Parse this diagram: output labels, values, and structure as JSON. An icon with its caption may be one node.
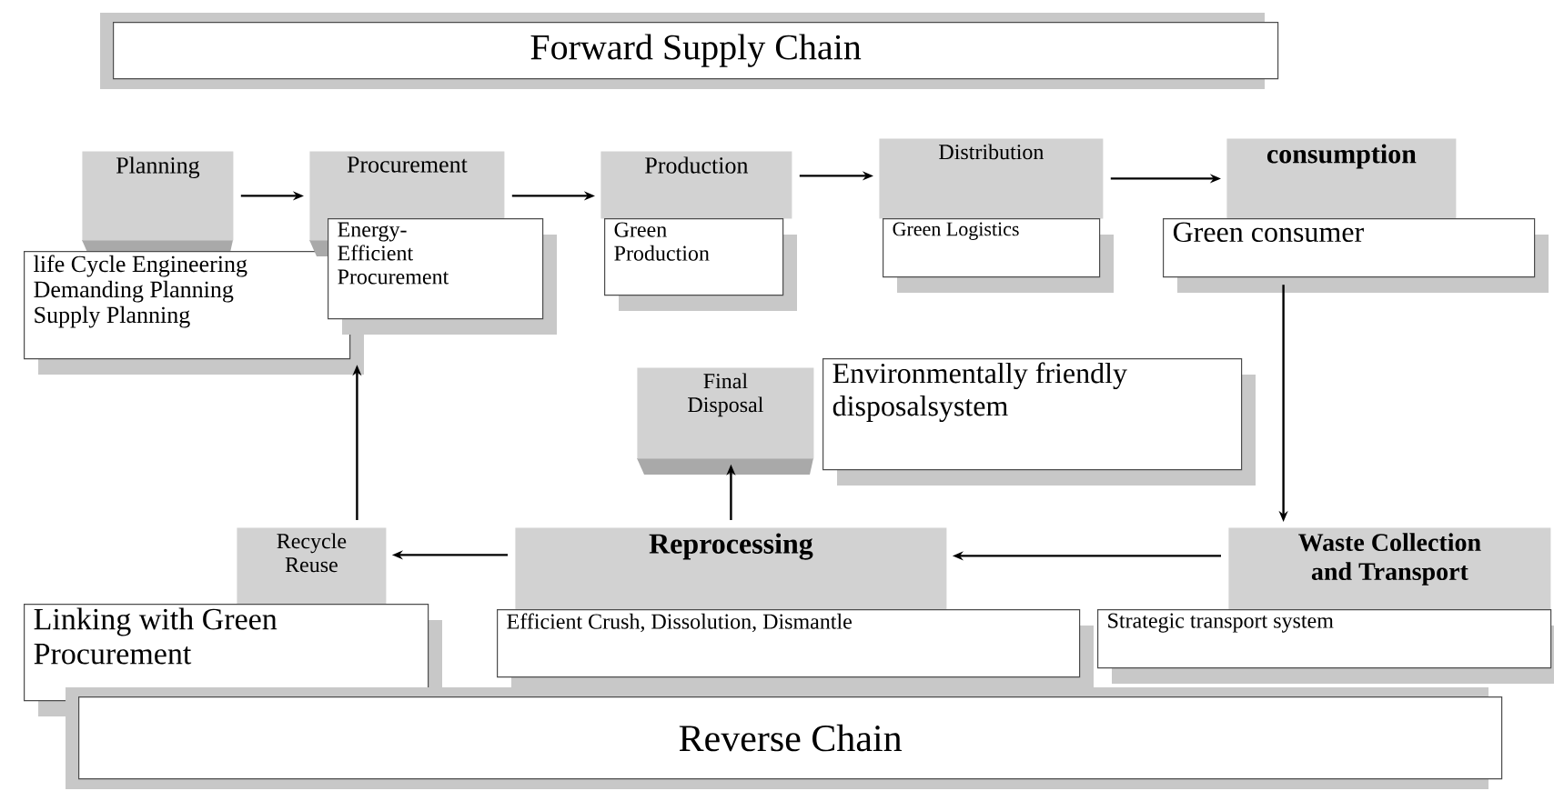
{
  "diagram": {
    "nodes": [
      {
        "text": [
          "Forward Supply Chain"
        ]
      },
      {
        "text": [
          "Planning"
        ]
      },
      {
        "text": [
          "life Cycle Engineering Demanding Planning Supply Planning"
        ]
      },
      {
        "text": [
          "Procurement"
        ]
      },
      {
        "text": [
          "Energy- Efficient Procurement"
        ]
      },
      {
        "text": [
          "Production"
        ]
      },
      {
        "text": [
          "Green Production"
        ]
      },
      {
        "text": [
          "Distribution"
        ]
      },
      {
        "text": [
          "Green Logistics"
        ]
      },
      {
        "text": [
          "consumption"
        ]
      },
      {
        "text": [
          "Green consumer"
        ]
      },
      {
        "text": [
          "Final Disposal"
        ]
      },
      {
        "text": [
          "Environmentally friendly disposalsystem"
        ]
      },
      {
        "text": [
          "Recycle Reuse"
        ]
      },
      {
        "text": [
          "Linking with Green Procurement"
        ]
      },
      {
        "text": [
          "Reprocessing"
        ]
      },
      {
        "text": [
          "Efficient Crush, Dissolution, Dismantle"
        ]
      },
      {
        "text": [
          "Waste Collection and Transport"
        ]
      },
      {
        "text": [
          "Strategic transport system"
        ]
      },
      {
        "text": [
          "Reverse Chain"
        ]
      }
    ],
    "edges": [
      {
        "from": 1,
        "to": 3,
        "arrow": "to"
      },
      {
        "from": 3,
        "to": 5,
        "arrow": "to"
      },
      {
        "from": 5,
        "to": 7,
        "arrow": "to"
      },
      {
        "from": 7,
        "to": 9,
        "arrow": "to"
      },
      {
        "from": 10,
        "to": 17,
        "arrow": "to"
      },
      {
        "from": 17,
        "to": 15,
        "arrow": "to"
      },
      {
        "from": 15,
        "to": 11,
        "arrow": "to"
      },
      {
        "from": 15,
        "to": 13,
        "arrow": "to"
      },
      {
        "from": 13,
        "to": 2,
        "arrow": "to"
      }
    ]
  }
}
